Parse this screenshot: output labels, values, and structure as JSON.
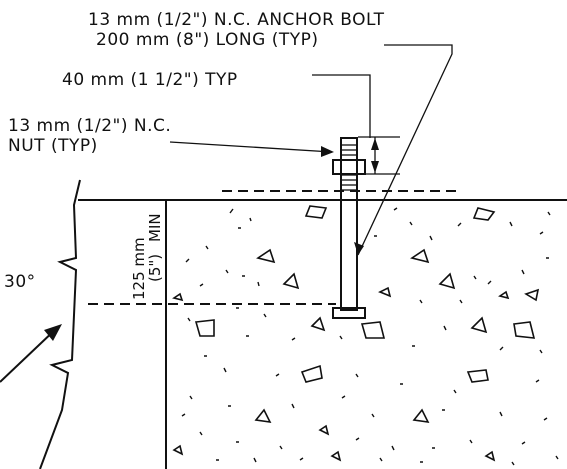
{
  "labels": {
    "anchor_bolt_line1": "13 mm (1/2\") N.C. ANCHOR BOLT",
    "anchor_bolt_line2": "200 mm (8\") LONG (TYP)",
    "projection": "40 mm (1 1/2\") TYP",
    "nut_line1": "13 mm (1/2\") N.C.",
    "nut_line2": "NUT (TYP)",
    "embed_metric": "125 mm",
    "embed_imperial": "(5\")",
    "embed_min": "MIN",
    "angle": "30°"
  }
}
